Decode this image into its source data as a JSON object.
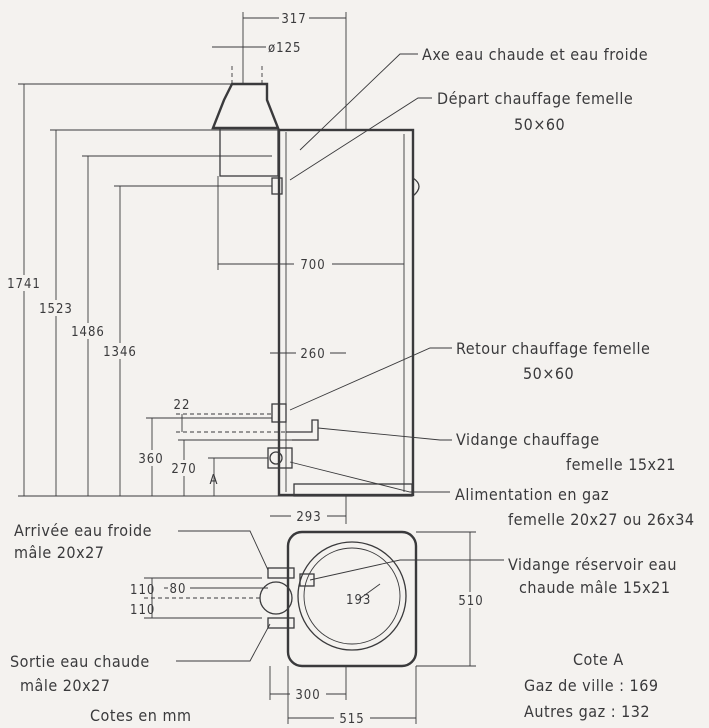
{
  "dims": {
    "d317": "317",
    "d125": "ø125",
    "d700": "700",
    "d1741": "1741",
    "d1523": "1523",
    "d1486": "1486",
    "d1346": "1346",
    "d260": "260",
    "d22": "22",
    "d360": "360",
    "d270": "270",
    "dA": "A",
    "d293": "293",
    "d110a": "110",
    "d110b": "110",
    "d80": "80",
    "d193": "193",
    "d510": "510",
    "d300": "300",
    "d515": "515"
  },
  "labels": {
    "axe": "Axe eau chaude et eau froide",
    "depart1": "Départ chauffage femelle",
    "depart2": "50×60",
    "retour1": "Retour chauffage femelle",
    "retour2": "50×60",
    "vidange1": "Vidange chauffage",
    "vidange2": "femelle 15x21",
    "gaz1": "Alimentation en gaz",
    "gaz2": "femelle 20x27 ou 26x34",
    "arrivee1": "Arrivée eau froide",
    "arrivee2": "mâle 20x27",
    "reservoir1": "Vidange réservoir eau",
    "reservoir2": "chaude mâle 15x21",
    "sortie1": "Sortie eau chaude",
    "sortie2": "mâle 20x27",
    "cotes": "Cotes en mm",
    "coteA_title": "Cote A",
    "coteA_ville": "Gaz de ville : 169",
    "coteA_autres": "Autres gaz : 132"
  }
}
